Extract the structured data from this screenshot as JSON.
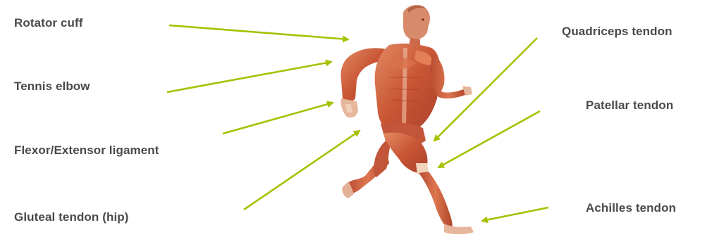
{
  "labels": {
    "rotator_cuff": "Rotator cuff",
    "tennis_elbow": "Tennis elbow",
    "flexor_extensor": "Flexor/Extensor ligament",
    "gluteal": "Gluteal tendon (hip)",
    "quadriceps": "Quadriceps tendon",
    "patellar": "Patellar tendon",
    "achilles": "Achilles tendon"
  },
  "figure": "running man anatomical muscle illustration",
  "colors": {
    "label_text": "#4a4a4a",
    "arrow": "#a8c000",
    "muscle": "#c9573a",
    "muscle_light": "#e0835f",
    "tendon": "#f0d0b8"
  }
}
